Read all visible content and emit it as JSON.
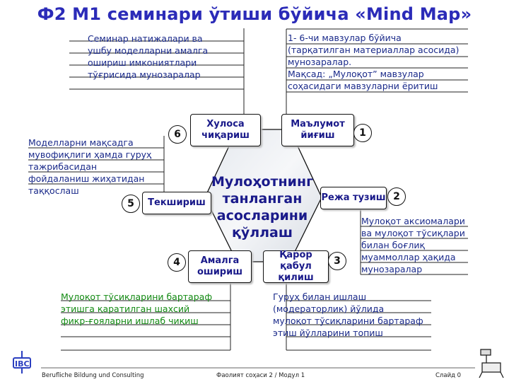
{
  "title": "Ф2 М1 семинари ўтиши бўйича «Mind Map»",
  "center": "Мулоҳотнинг\nтанланган\nасосларини\nқўллаш",
  "nodes": [
    {
      "num": "1",
      "label": "Маълумот\nйиғиш"
    },
    {
      "num": "2",
      "label": "Режа тузиш"
    },
    {
      "num": "3",
      "label": "Қарор қабул\nқилиш"
    },
    {
      "num": "4",
      "label": "Амалга\nошириш"
    },
    {
      "num": "5",
      "label": "Текшириш"
    },
    {
      "num": "6",
      "label": "Хулоса\nчиқариш"
    }
  ],
  "notes": {
    "top_left": [
      "Семинар натижалари ва",
      "ушбу моделларни амалга",
      "ошириш имкониятлари",
      "тўғрисида мунозаралар"
    ],
    "top_right": [
      "1- 6-чи мавзулар бўйича",
      "(тарқатилган материаллар асосида)",
      "мунозаралар.",
      "Мақсад: „Мулоқот” мавзулар",
      "соҳасидаги мавзуларни ёритиш"
    ],
    "mid_left": [
      "Моделларни мақсадга",
      "мувофиқлиги ҳамда гуруҳ",
      "тажрибасидан",
      "фойдаланиш жиҳатидан",
      "таққослаш"
    ],
    "mid_right": [
      "Мулоқот аксиомалари",
      "ва мулоқот тўсиқлари",
      "билан боғлиқ",
      "муаммоллар ҳақида",
      "мунозаралар"
    ],
    "bottom_left": [
      "Мулоқот тўсиқларини бартараф",
      "этишга қаратилган шахсий",
      "фикр-ғояларни ишлаб чиқиш"
    ],
    "bottom_right": [
      "Гуруҳ билан ишлаш",
      "(модераторлик) йўлида",
      "мулоқот тўсиқларини бартараф",
      "этиш йўлларини топиш"
    ]
  },
  "footer": {
    "org": "Berufliche Bildung und Consulting",
    "activity": "Фаолият соҳаси  2     /  Модул  1",
    "slide": "Слайд 0"
  },
  "logo_text": "IBC",
  "colors": {
    "title": "#2b2bb8",
    "text": "#1a2a8a",
    "green": "#138a13"
  }
}
